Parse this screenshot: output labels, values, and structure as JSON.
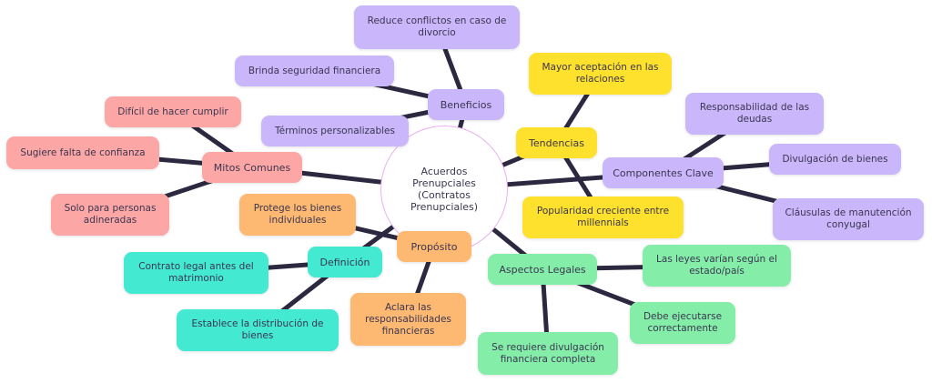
{
  "colors": {
    "line": "#2b2840",
    "purple": "#c9b6fb",
    "yellow": "#fde12d",
    "red": "#fca7a5",
    "green": "#84eea9",
    "teal": "#44e9d2",
    "orange": "#fdb872"
  },
  "center": "Acuerdos Prenupciales (Contratos Prenupciales)",
  "beneficios": {
    "label": "Beneficios",
    "items": [
      "Reduce conflictos en caso de divorcio",
      "Brinda seguridad financiera",
      "Términos personalizables"
    ]
  },
  "tendencias": {
    "label": "Tendencias",
    "items": [
      "Mayor aceptación en las relaciones",
      "Popularidad creciente entre millennials"
    ]
  },
  "componentes": {
    "label": "Componentes Clave",
    "items": [
      "Responsabilidad de las deudas",
      "Divulgación de bienes",
      "Cláusulas de manutención conyugal"
    ]
  },
  "aspectos": {
    "label": "Aspectos Legales",
    "items": [
      "Las leyes varían según el estado/país",
      "Debe ejecutarse correctamente",
      "Se requiere divulgación financiera completa"
    ]
  },
  "proposito": {
    "label": "Propósito",
    "items": [
      "Protege los bienes individuales",
      "Aclara las responsabilidades financieras"
    ]
  },
  "definicion": {
    "label": "Definición",
    "items": [
      "Contrato legal antes del matrimonio",
      "Establece la distribución de bienes"
    ]
  },
  "mitos": {
    "label": "Mitos Comunes",
    "items": [
      "Difícil de hacer cumplir",
      "Sugiere falta de confianza",
      "Solo para personas adineradas"
    ]
  }
}
